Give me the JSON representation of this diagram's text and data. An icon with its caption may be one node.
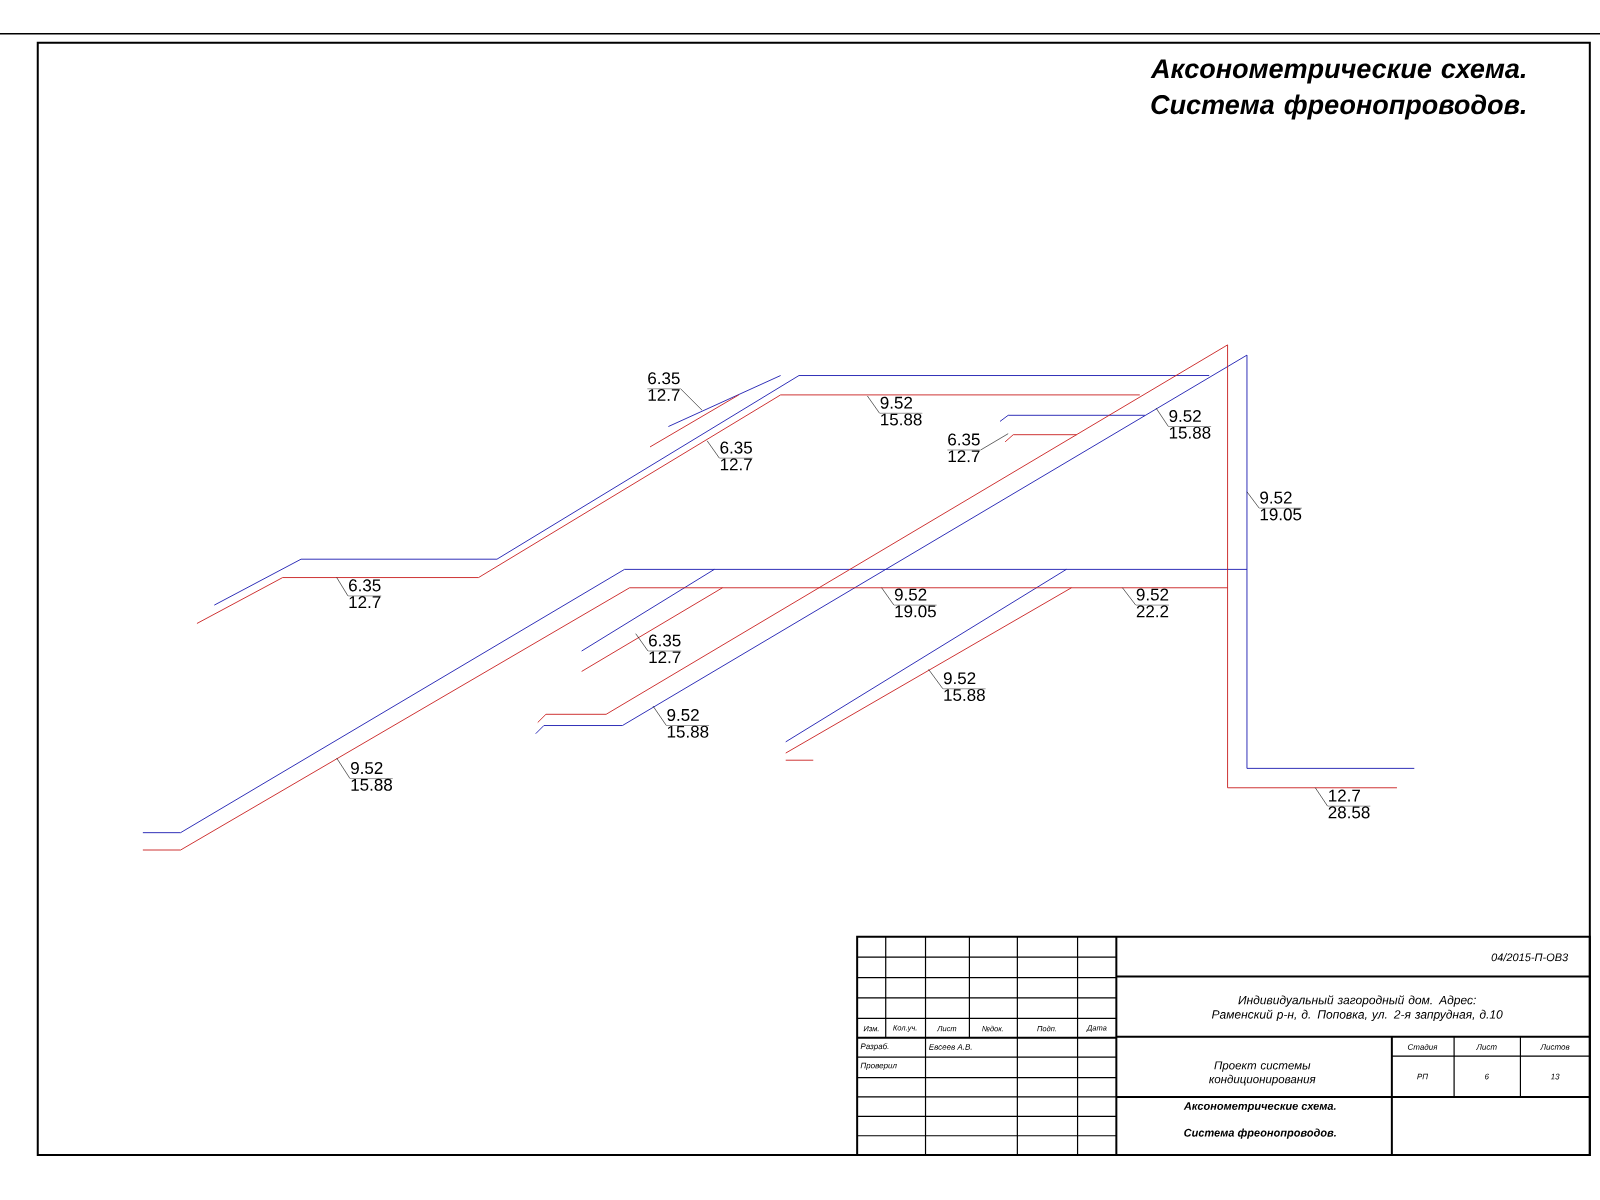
{
  "diagram": {
    "title": "Аксонометрические схема. Система фреонопроводов.",
    "nodes": [
      {
        "text": [
          "6.35",
          "12.7"
        ]
      },
      {
        "text": [
          "6.35",
          "12.7"
        ]
      },
      {
        "text": [
          "9.52",
          "15.88"
        ]
      },
      {
        "text": [
          "9.52",
          "15.88"
        ]
      },
      {
        "text": [
          "6.35",
          "12.7"
        ]
      },
      {
        "text": [
          "9.52",
          "19.05"
        ]
      },
      {
        "text": [
          "6.35",
          "12.7"
        ]
      },
      {
        "text": [
          "9.52",
          "19.05"
        ]
      },
      {
        "text": [
          "9.52",
          "22.2"
        ]
      },
      {
        "text": [
          "6.35",
          "12.7"
        ]
      },
      {
        "text": [
          "9.52",
          "15.88"
        ]
      },
      {
        "text": [
          "9.52",
          "15.88"
        ]
      },
      {
        "text": [
          "9.52",
          "15.88"
        ]
      },
      {
        "text": [
          "12.7",
          "28.58"
        ]
      }
    ],
    "edges": [
      {
        "from": 0,
        "to": null,
        "arrow": "none"
      },
      {
        "from": 1,
        "to": null,
        "arrow": "none"
      },
      {
        "from": 2,
        "to": null,
        "arrow": "none"
      },
      {
        "from": 3,
        "to": null,
        "arrow": "none"
      },
      {
        "from": 4,
        "to": null,
        "arrow": "none"
      },
      {
        "from": 5,
        "to": null,
        "arrow": "none"
      },
      {
        "from": 6,
        "to": null,
        "arrow": "none"
      },
      {
        "from": 7,
        "to": null,
        "arrow": "none"
      },
      {
        "from": 8,
        "to": null,
        "arrow": "none"
      },
      {
        "from": 9,
        "to": null,
        "arrow": "none"
      },
      {
        "from": 10,
        "to": null,
        "arrow": "none"
      },
      {
        "from": 11,
        "to": null,
        "arrow": "none"
      },
      {
        "from": 12,
        "to": null,
        "arrow": "none"
      },
      {
        "from": 13,
        "to": null,
        "arrow": "none"
      }
    ],
    "labels": [
      "04/2015-П-ОВ3",
      "Индивидуальный загородный дом. Адрес: Раменский р-н, д. Поповка, ул. 2-я запрудная, д.10",
      "Изм.",
      "Кол.уч.",
      "Лист",
      "№док.",
      "Подп.",
      "Дата",
      "Разраб.",
      "Евсеев А.В.",
      "Проверил",
      "Проект системы кондиционирования",
      "Стадия",
      "Лист",
      "Листов",
      "РП",
      "6",
      "13",
      "Аксонометрические схема.",
      "Система фреонопроводов."
    ]
  }
}
